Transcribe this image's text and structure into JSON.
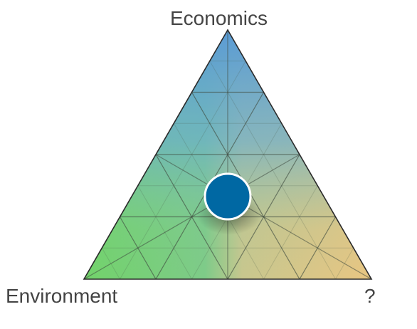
{
  "vertices": {
    "top": {
      "label": "Economics",
      "color": "#5b9bd5"
    },
    "left": {
      "label": "Environment",
      "color": "#72d36a"
    },
    "right": {
      "label": "?",
      "color": "#e9c682"
    }
  },
  "marker": {
    "color": "#0068a3",
    "outline": "#ffffff"
  },
  "grid": {
    "divisions": 4,
    "fine_divisions": 8,
    "line_color": "#4a5a4a"
  }
}
